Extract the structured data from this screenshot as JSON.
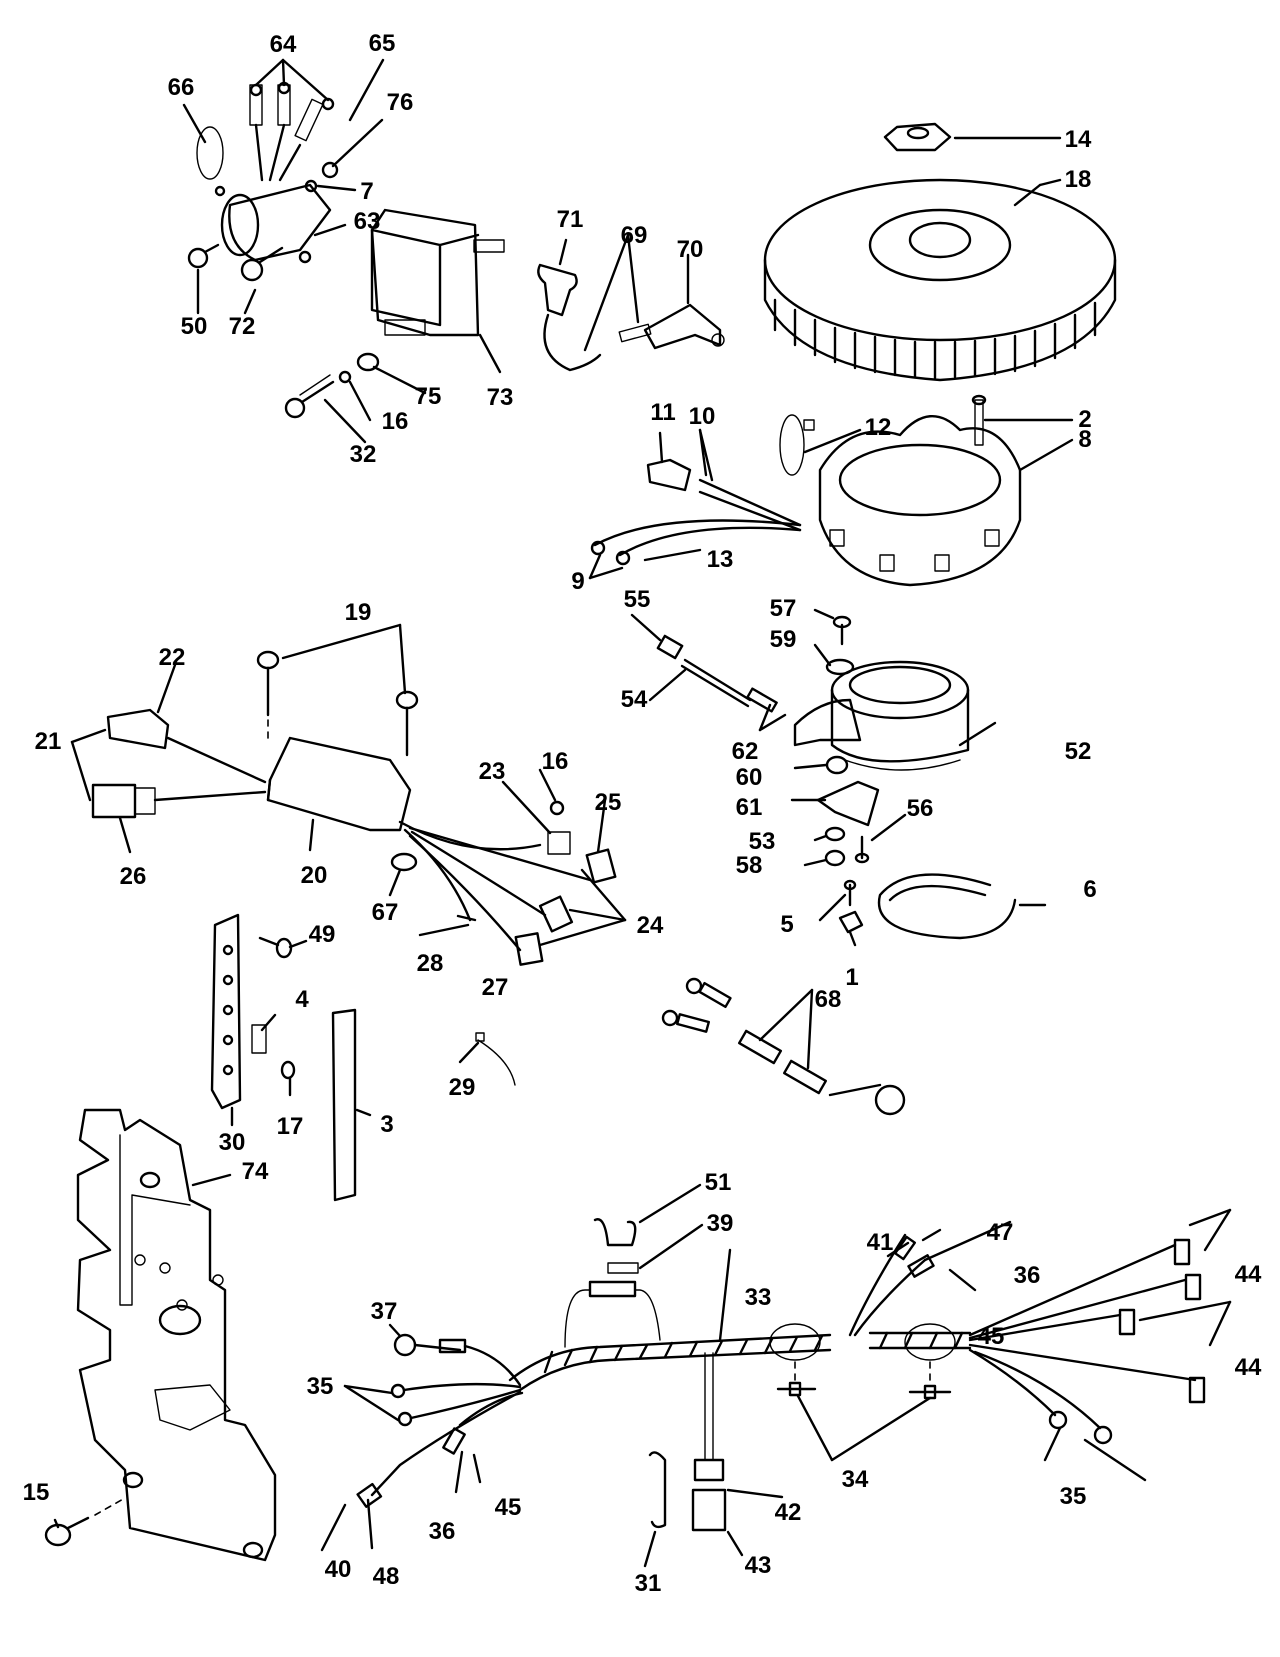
{
  "diagram": {
    "type": "exploded-parts-diagram",
    "subject": "outboard ignition / electrical components",
    "colors": {
      "ink": "#000000",
      "paper": "#ffffff"
    },
    "callouts": [
      {
        "id": "c64",
        "label": "64",
        "part": "terminal connectors (x3)"
      },
      {
        "id": "c65",
        "label": "65",
        "part": "solenoid lead"
      },
      {
        "id": "c66",
        "label": "66",
        "part": "wire clamp"
      },
      {
        "id": "c76",
        "label": "76",
        "part": "nut"
      },
      {
        "id": "c7",
        "label": "7",
        "part": "lockwasher"
      },
      {
        "id": "c63",
        "label": "63",
        "part": "starter solenoid"
      },
      {
        "id": "c50",
        "label": "50",
        "part": "screw"
      },
      {
        "id": "c72",
        "label": "72",
        "part": "screw"
      },
      {
        "id": "c73",
        "label": "73",
        "part": "ignition coil"
      },
      {
        "id": "c75",
        "label": "75",
        "part": "washer"
      },
      {
        "id": "c16a",
        "label": "16",
        "part": "lockwasher"
      },
      {
        "id": "c32",
        "label": "32",
        "part": "bolt"
      },
      {
        "id": "c71",
        "label": "71",
        "part": "spark plug boot"
      },
      {
        "id": "c69",
        "label": "69",
        "part": "high tension leads"
      },
      {
        "id": "c70",
        "label": "70",
        "part": "spark plug boot"
      },
      {
        "id": "c14",
        "label": "14",
        "part": "flywheel nut"
      },
      {
        "id": "c18",
        "label": "18",
        "part": "flywheel"
      },
      {
        "id": "c2",
        "label": "2",
        "part": "stator screw"
      },
      {
        "id": "c12",
        "label": "12",
        "part": "tie strap"
      },
      {
        "id": "c11",
        "label": "11",
        "part": "connector"
      },
      {
        "id": "c10",
        "label": "10",
        "part": "terminals"
      },
      {
        "id": "c8",
        "label": "8",
        "part": "stator"
      },
      {
        "id": "c13",
        "label": "13",
        "part": "lead"
      },
      {
        "id": "c9",
        "label": "9",
        "part": "ring terminals"
      },
      {
        "id": "c55",
        "label": "55",
        "part": "connector"
      },
      {
        "id": "c57",
        "label": "57",
        "part": "screw"
      },
      {
        "id": "c59",
        "label": "59",
        "part": "washer"
      },
      {
        "id": "c54",
        "label": "54",
        "part": "sensor leads"
      },
      {
        "id": "c52",
        "label": "52",
        "part": "timer base"
      },
      {
        "id": "c62",
        "label": "62",
        "part": "sleeves"
      },
      {
        "id": "c60",
        "label": "60",
        "part": "nut"
      },
      {
        "id": "c61",
        "label": "61",
        "part": "link"
      },
      {
        "id": "c56",
        "label": "56",
        "part": "screw"
      },
      {
        "id": "c53",
        "label": "53",
        "part": "washer"
      },
      {
        "id": "c58",
        "label": "58",
        "part": "nut"
      },
      {
        "id": "c6",
        "label": "6",
        "part": "retainer ring"
      },
      {
        "id": "c5",
        "label": "5",
        "part": "screw"
      },
      {
        "id": "c1",
        "label": "1",
        "part": "clip"
      },
      {
        "id": "c19",
        "label": "19",
        "part": "bolts"
      },
      {
        "id": "c22",
        "label": "22",
        "part": "connector"
      },
      {
        "id": "c21",
        "label": "21",
        "part": "connectors"
      },
      {
        "id": "c26",
        "label": "26",
        "part": "connector"
      },
      {
        "id": "c20",
        "label": "20",
        "part": "power pack"
      },
      {
        "id": "c23",
        "label": "23",
        "part": "clamp"
      },
      {
        "id": "c16b",
        "label": "16",
        "part": "lockwasher"
      },
      {
        "id": "c25",
        "label": "25",
        "part": "terminal"
      },
      {
        "id": "c67",
        "label": "67",
        "part": "grommet"
      },
      {
        "id": "c24",
        "label": "24",
        "part": "terminals"
      },
      {
        "id": "c28",
        "label": "28",
        "part": "sleeve"
      },
      {
        "id": "c27",
        "label": "27",
        "part": "lead"
      },
      {
        "id": "c49",
        "label": "49",
        "part": "screw"
      },
      {
        "id": "c4",
        "label": "4",
        "part": "jumper"
      },
      {
        "id": "c17",
        "label": "17",
        "part": "screw"
      },
      {
        "id": "c30",
        "label": "30",
        "part": "terminal board"
      },
      {
        "id": "c3",
        "label": "3",
        "part": "cover"
      },
      {
        "id": "c29",
        "label": "29",
        "part": "tie strap"
      },
      {
        "id": "c68",
        "label": "68",
        "part": "lead assembly"
      },
      {
        "id": "c74",
        "label": "74",
        "part": "mounting plate"
      },
      {
        "id": "c15",
        "label": "15",
        "part": "bolt"
      },
      {
        "id": "c51",
        "label": "51",
        "part": "fuse holder clip"
      },
      {
        "id": "c39",
        "label": "39",
        "part": "fuse"
      },
      {
        "id": "c37",
        "label": "37",
        "part": "ring terminal"
      },
      {
        "id": "c33",
        "label": "33",
        "part": "wiring harness"
      },
      {
        "id": "c41",
        "label": "41",
        "part": "terminal"
      },
      {
        "id": "c47",
        "label": "47",
        "part": "terminal"
      },
      {
        "id": "c36a",
        "label": "36",
        "part": "sleeve"
      },
      {
        "id": "c45a",
        "label": "45",
        "part": "terminal"
      },
      {
        "id": "c44a",
        "label": "44",
        "part": "terminals"
      },
      {
        "id": "c44b",
        "label": "44",
        "part": "terminals"
      },
      {
        "id": "c35a",
        "label": "35",
        "part": "ring terminals"
      },
      {
        "id": "c35b",
        "label": "35",
        "part": "ring terminal"
      },
      {
        "id": "c34",
        "label": "34",
        "part": "diodes"
      },
      {
        "id": "c36b",
        "label": "36",
        "part": "sleeve"
      },
      {
        "id": "c45b",
        "label": "45",
        "part": "terminal"
      },
      {
        "id": "c40",
        "label": "40",
        "part": "connector"
      },
      {
        "id": "c48",
        "label": "48",
        "part": "seal"
      },
      {
        "id": "c31",
        "label": "31",
        "part": "retainer"
      },
      {
        "id": "c42",
        "label": "42",
        "part": "connector"
      },
      {
        "id": "c43",
        "label": "43",
        "part": "connector body"
      }
    ]
  }
}
